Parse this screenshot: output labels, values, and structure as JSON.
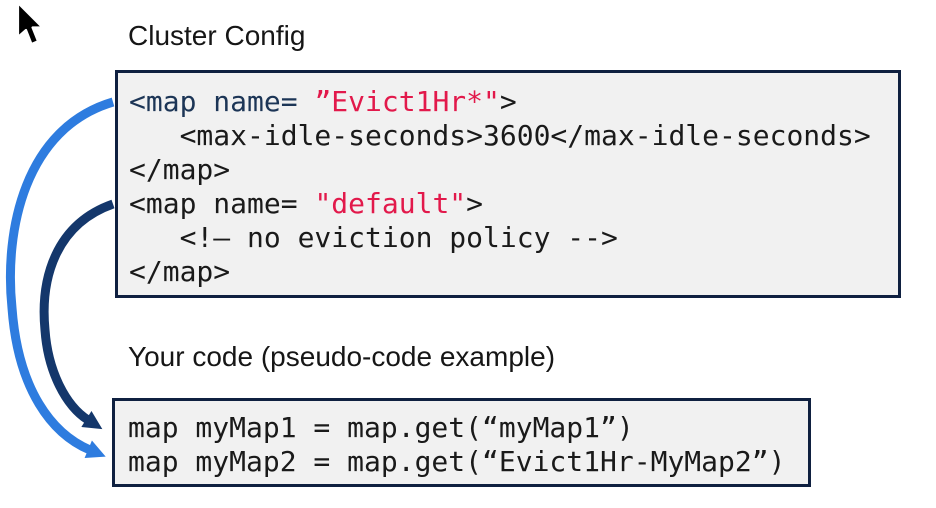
{
  "labels": {
    "cluster_config": "Cluster Config",
    "your_code": "Your code (pseudo-code example)"
  },
  "cluster_config_box": {
    "lines": [
      {
        "segments": [
          {
            "text": "<map name= "
          },
          {
            "text": "”Evict1Hr*\""
          },
          {
            "text": ">"
          }
        ]
      },
      {
        "segments": [
          {
            "text": "   <max-idle-seconds>3600</max-idle-seconds>"
          }
        ]
      },
      {
        "segments": [
          {
            "text": "</map>"
          }
        ]
      },
      {
        "segments": [
          {
            "text": "<map name= "
          },
          {
            "text": "\"default\""
          },
          {
            "text": ">"
          }
        ]
      },
      {
        "segments": [
          {
            "text": "   <!– no eviction policy -->"
          }
        ]
      },
      {
        "segments": [
          {
            "text": "</map>"
          }
        ]
      }
    ]
  },
  "your_code_box": {
    "lines": [
      {
        "segments": [
          {
            "text": "map myMap1 = map.get(“myMap1”)"
          }
        ]
      },
      {
        "segments": [
          {
            "text": "map myMap2 = map.get(“Evict1Hr-MyMap2”)"
          }
        ]
      }
    ]
  },
  "icons": {
    "cursor": "mouse-pointer"
  },
  "colors": {
    "code_navy": "#1C3556",
    "code_red": "#E2194B",
    "code_black": "#1A1A1A",
    "box_border": "#0F2040",
    "box_bg": "#F1F1F1",
    "arrow_light_blue": "#2E7CDF",
    "arrow_dark_blue": "#14376B"
  }
}
